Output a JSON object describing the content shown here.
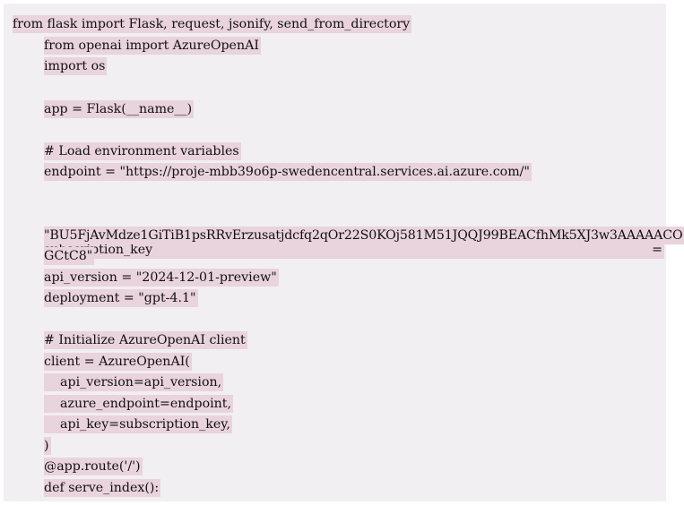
{
  "code": {
    "lines": [
      "from flask import Flask, request, jsonify, send_from_directory",
      "from openai import AzureOpenAI",
      "import os",
      "",
      "app = Flask(__name__)",
      "",
      "# Load environment variables",
      "endpoint = \"https://proje-mbb39o6p-swedencentral.services.ai.azure.com/\"",
      "",
      "subscription_key",
      "=",
      "\"BU5FjAvMdze1GiTiB1psRRvErzusatjdcfq2qOr22S0KOj581M51JQQJ99BEACfhMk5XJ3w3AAAAACO",
      "GCtC8\"",
      "api_version = \"2024-12-01-preview\"",
      "deployment = \"gpt-4.1\"",
      "",
      "# Initialize AzureOpenAI client",
      "client = AzureOpenAI(",
      "    api_version=api_version,",
      "    azure_endpoint=endpoint,",
      "    api_key=subscription_key,",
      ")",
      "@app.route('/')",
      "def serve_index():"
    ]
  }
}
